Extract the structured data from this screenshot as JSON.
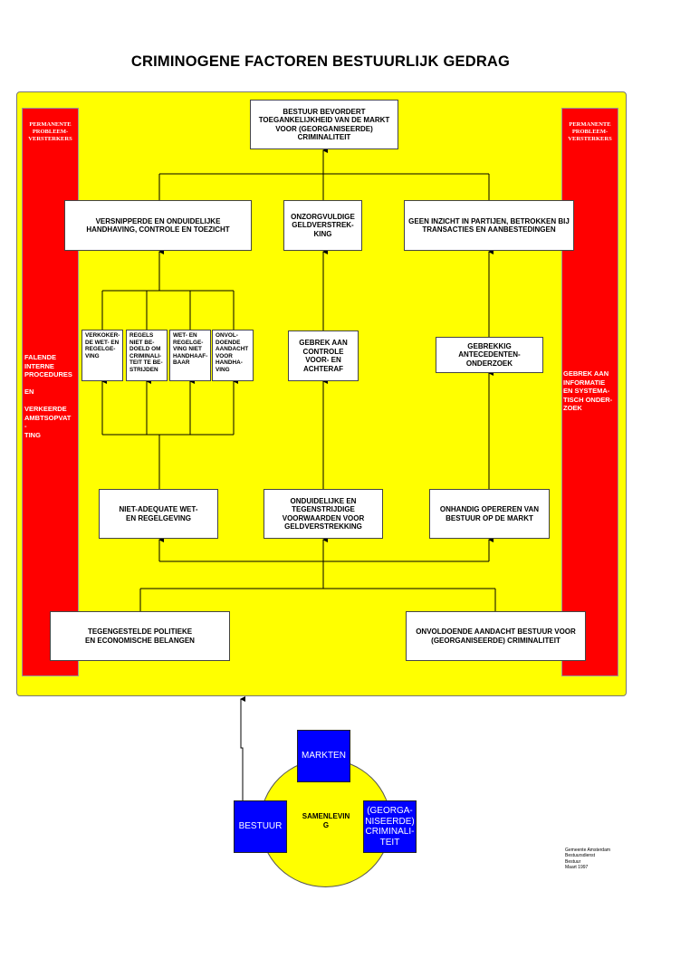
{
  "title": "CRIMINOGENE FACTOREN BESTUURLIJK GEDRAG",
  "colors": {
    "panel": "#ffff00",
    "side_bar": "#ff0000",
    "actor_box": "#0000ff",
    "box": "#ffffff"
  },
  "left_bar": {
    "header": "PERMANENTE PROBLEEM-VERSTERKERS",
    "text": "FALENDE\nINTERNE\nPROCEDURES\n\nEN\n\nVERKEERDE\nAMBTSOPVAT\n-\nTING"
  },
  "right_bar": {
    "header": "PERMANENTE PROBLEEM-VERSTERKERS",
    "text": "GEBREK AAN\nINFORMATIE\nEN SYSTEMA-\nTISCH ONDER-\nZOEK"
  },
  "top_box": "BESTUUR BEVORDERT\nTOEGANKELIJKHEID VAN DE MARKT\nVOOR (GEORGANISEERDE)\nCRIMINALITEIT",
  "level2": {
    "left": "VERSNIPPERDE EN ONDUIDELIJKE\nHANDHAVING, CONTROLE EN TOEZICHT",
    "middle": "ONZORGVULDIGE\nGELDVERSTREK-\nKING",
    "right": "GEEN INZICHT IN PARTIJEN, BETROKKEN BIJ\nTRANSACTIES EN AANBESTEDINGEN"
  },
  "level3": {
    "small": [
      "VERKOKER-\nDE WET- EN\nREGELGE-\nVING",
      "REGELS\nNIET BE-\nDOELD OM\nCRIMINALI-\nTEIT TE BE-\nSTRIJDEN",
      "WET- EN\nREGELGE-\nVING NIET\nHANDHAAF-\nBAAR",
      "ONVOL-\nDOENDE\nAANDACHT\nVOOR\nHANDHA-\nVING"
    ],
    "middle": "GEBREK AAN\nCONTROLE\nVOOR- EN\nACHTERAF",
    "right": "GEBREKKIG\nANTECEDENTEN-\nONDERZOEK"
  },
  "level4": {
    "left": "NIET-ADEQUATE WET-\nEN REGELGEVING",
    "middle": "ONDUIDELIJKE EN\nTEGENSTRIJDIGE\nVOORWAARDEN VOOR\nGELDVERSTREKKING",
    "right": "ONHANDIG OPEREREN VAN\nBESTUUR OP DE MARKT"
  },
  "level5": {
    "left": "TEGENGESTELDE POLITIEKE\nEN ECONOMISCHE BELANGEN",
    "right": "ONVOLDOENDE AANDACHT BESTUUR VOOR\n(GEORGANISEERDE) CRIMINALITEIT"
  },
  "society": {
    "center": "SAMENLEVIN\nG",
    "markten": "MARKTEN",
    "bestuur": "BESTUUR",
    "criminaliteit": "(GEORGA-\nNISEERDE)\nCRIMINALI-\nTEIT"
  },
  "credits": "Gemeente Amsterdam\nBestuursdienst\nBestuur\nMaart 1997"
}
